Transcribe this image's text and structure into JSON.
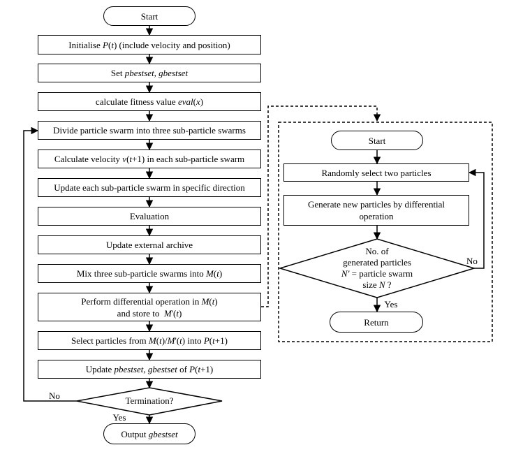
{
  "main": {
    "start": "Start",
    "s1": "Initialise <i>P</i>(<i>t</i>) (include velocity and position)",
    "s2": "Set <i>pbestset, gbestset</i>",
    "s3": "calculate fitness value <i>eval</i>(<i>x</i>)",
    "s4": "Divide particle swarm into three sub-particle swarms",
    "s5": "Calculate velocity <i>v</i>(<i>t</i>+1) in each sub-particle swarm",
    "s6": "Update each sub-particle swarm in specific direction",
    "s7": "Evaluation",
    "s8": "Update external archive",
    "s9": "Mix three sub-particle swarms into <i>M</i>(<i>t</i>)",
    "s10_line1": "Perform differential operation in <i>M</i>(<i>t</i>)",
    "s10_line2": "and store to &nbsp;<i>M</i>'(<i>t</i>)",
    "s11": "Select particles from <i>M</i>(<i>t</i>)/<i>M</i>'(<i>t</i>) into <i>P</i>(<i>t</i>+1)",
    "s12": "Update <i>pbestset</i>, <i>gbestset</i> of <i>P</i>(<i>t</i>+1)",
    "decision": "Termination?",
    "no_label": "No",
    "yes_label": "Yes",
    "end": "Output <i>gbestset</i>"
  },
  "sub": {
    "start": "Start",
    "s1": "Randomly select two particles",
    "s2_line1": "Generate new particles by differential",
    "s2_line2": "operation",
    "decision_line1": "No. of",
    "decision_line2": "generated particles",
    "decision_line3": "<i>N'</i> = particle swarm",
    "decision_line4": "size <i>N</i> ?",
    "no_label": "No",
    "yes_label": "Yes",
    "end": "Return"
  }
}
